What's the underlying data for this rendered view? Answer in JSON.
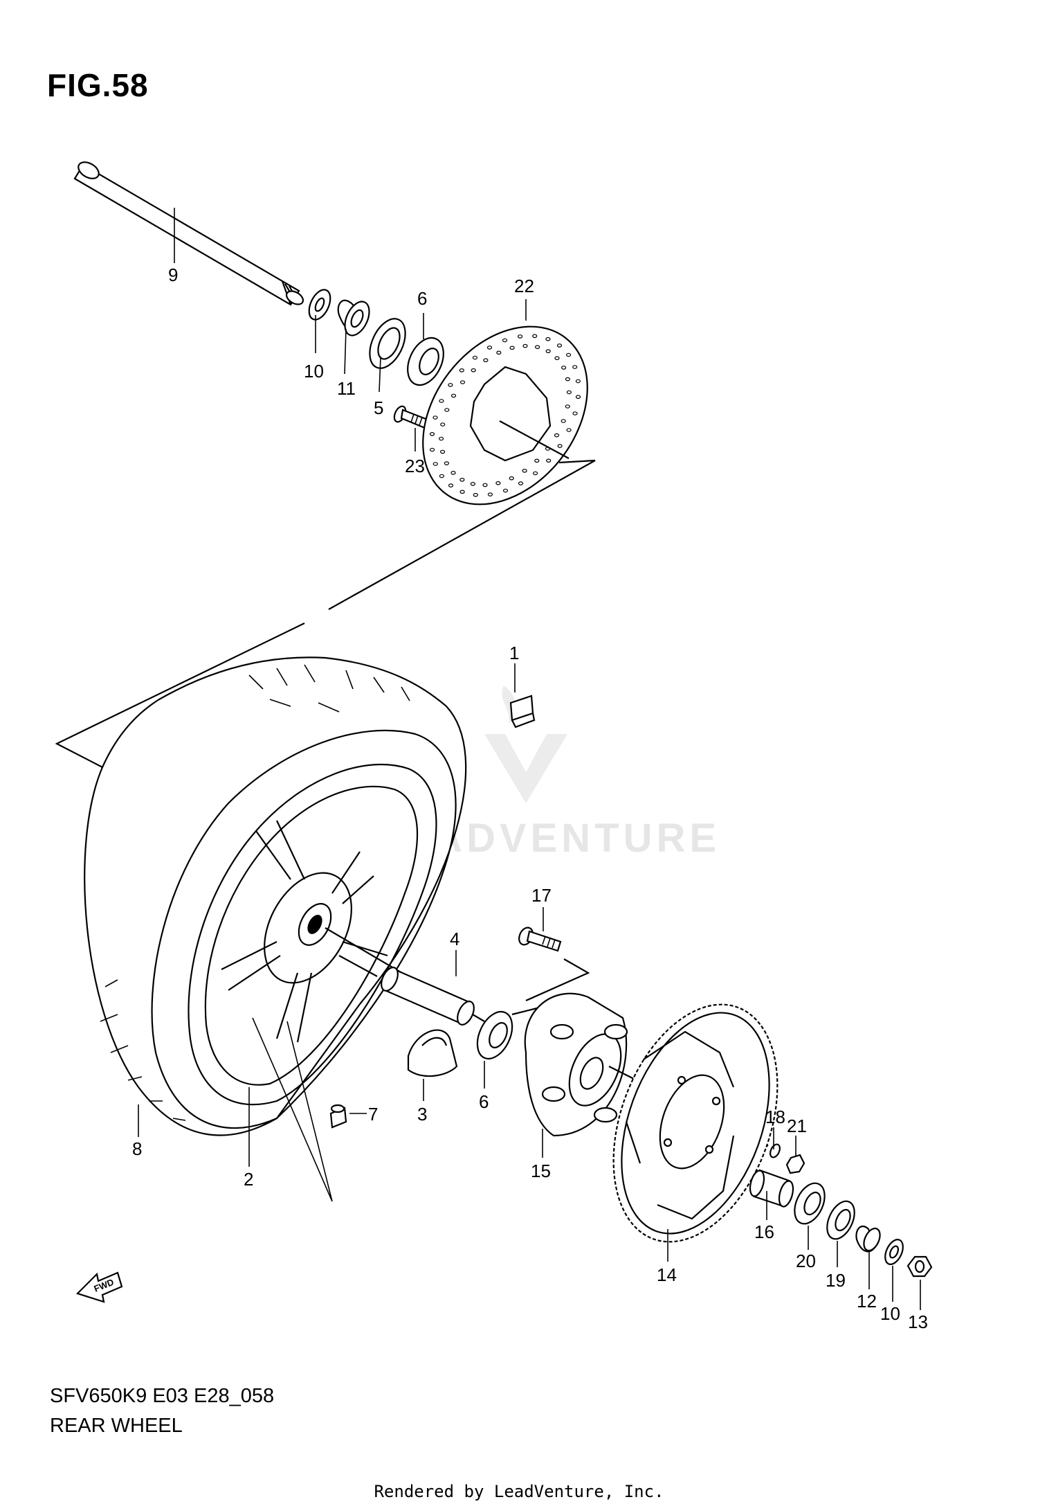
{
  "figure": {
    "title": "FIG.58",
    "model_code": "SFV650K9 E03 E28_058",
    "caption": "REAR WHEEL",
    "footer": "Rendered by LeadVenture, Inc.",
    "watermark": "LEADVENTURE",
    "fwd_label": "FWD"
  },
  "callouts": [
    {
      "id": "1",
      "text": "1"
    },
    {
      "id": "2",
      "text": "2"
    },
    {
      "id": "3",
      "text": "3"
    },
    {
      "id": "4",
      "text": "4"
    },
    {
      "id": "5",
      "text": "5"
    },
    {
      "id": "6a",
      "text": "6"
    },
    {
      "id": "6b",
      "text": "6"
    },
    {
      "id": "7",
      "text": "7"
    },
    {
      "id": "8",
      "text": "8"
    },
    {
      "id": "9",
      "text": "9"
    },
    {
      "id": "10a",
      "text": "10"
    },
    {
      "id": "10b",
      "text": "10"
    },
    {
      "id": "11",
      "text": "11"
    },
    {
      "id": "12",
      "text": "12"
    },
    {
      "id": "13",
      "text": "13"
    },
    {
      "id": "14",
      "text": "14"
    },
    {
      "id": "15",
      "text": "15"
    },
    {
      "id": "16",
      "text": "16"
    },
    {
      "id": "17",
      "text": "17"
    },
    {
      "id": "18",
      "text": "18"
    },
    {
      "id": "19",
      "text": "19"
    },
    {
      "id": "20",
      "text": "20"
    },
    {
      "id": "21",
      "text": "21"
    },
    {
      "id": "22",
      "text": "22"
    },
    {
      "id": "23",
      "text": "23"
    }
  ]
}
